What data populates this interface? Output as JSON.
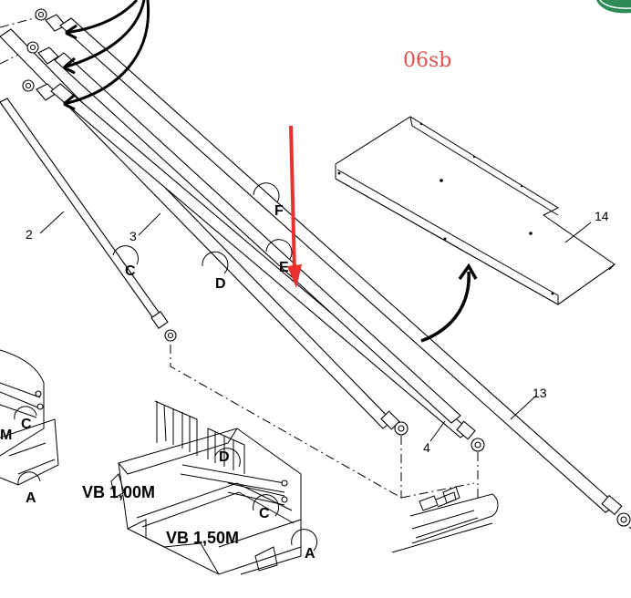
{
  "watermark": "06sb",
  "part_labels": {
    "p2": "2",
    "p3": "3",
    "p4": "4",
    "p13": "13",
    "p14": "14"
  },
  "callouts": {
    "c1": "C",
    "d1": "D",
    "f1": "F",
    "e1": "E",
    "m_left": "M",
    "c_left": "C",
    "a_left": "A",
    "d_bottom": "D",
    "c_bottom": "C",
    "a_bottom": "A"
  },
  "machine_labels": {
    "vb100": "VB 1,00M",
    "vb150": "VB 1,50M"
  },
  "colors": {
    "arrow_red": "#e8312f",
    "watermark": "#e05050",
    "ink": "#000000"
  }
}
